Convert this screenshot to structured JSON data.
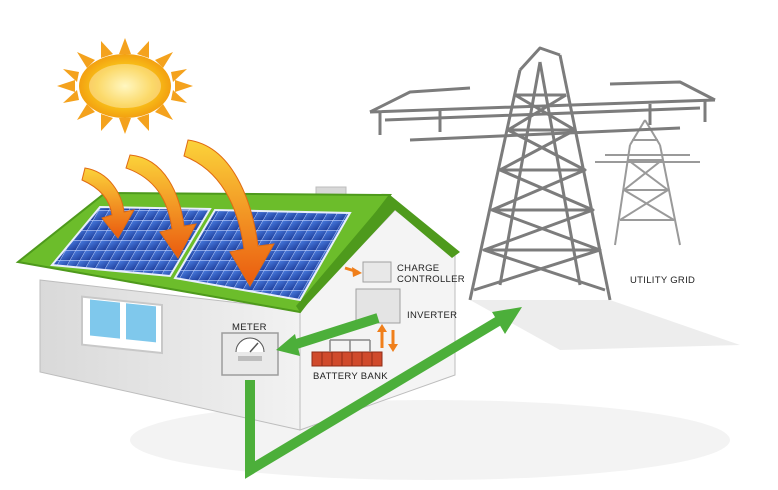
{
  "labels": {
    "charge_controller_line1": "CHARGE",
    "charge_controller_line2": "CONTROLLER",
    "inverter": "INVERTER",
    "meter": "METER",
    "battery_bank": "BATTERY BANK",
    "utility_grid": "UTILITY GRID"
  },
  "colors": {
    "sun": "#f9c51a",
    "sun_rays": "#f4a21d",
    "heat_arrows": "#f07f1b",
    "roof": "#6cbd2b",
    "solar_panel": "#2b57c4",
    "power_line": "#4caf3a",
    "tower_steel": "#8a8a8a",
    "house_wall": "#eeeeee"
  },
  "icons": [
    "sun-icon",
    "arrow-down-icon",
    "solar-panel-icon",
    "meter-icon",
    "battery-icon",
    "transmission-tower-icon",
    "window-icon"
  ]
}
